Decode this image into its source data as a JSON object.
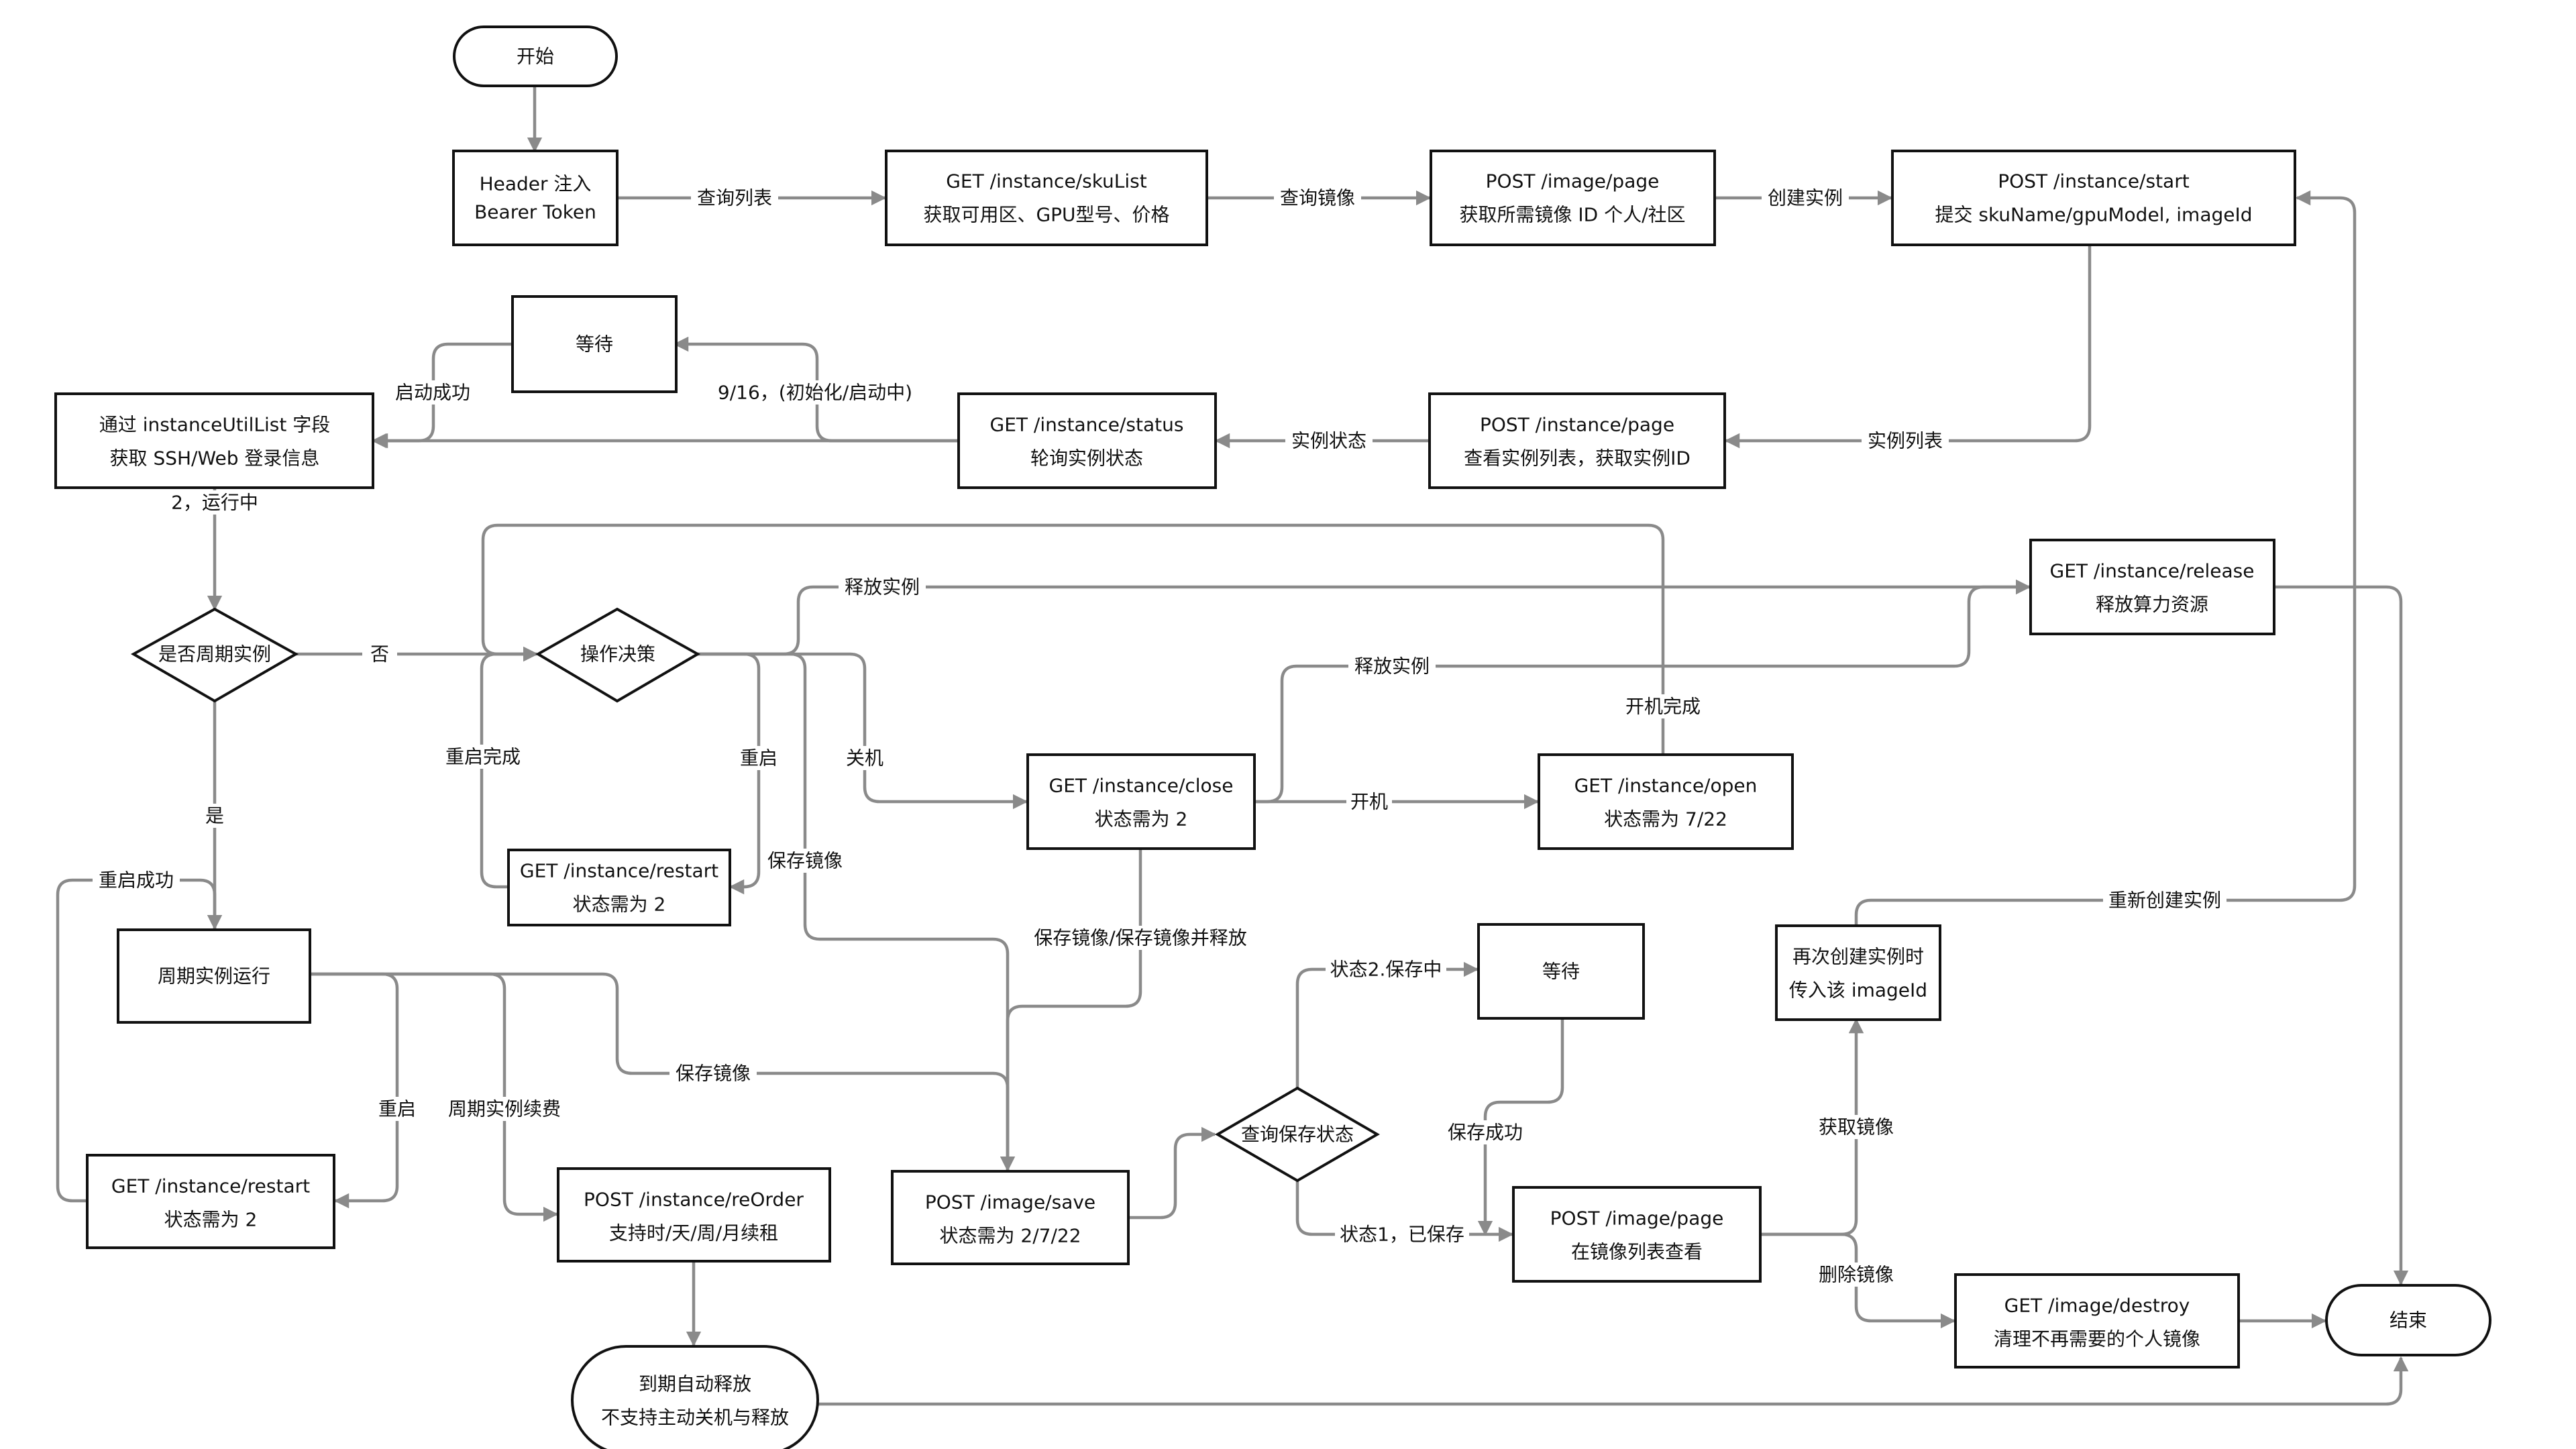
{
  "colors": {
    "node_border": "#111111",
    "edge": "#8a8a8a",
    "text": "#111111",
    "background": "#ffffff"
  },
  "nodes": {
    "start": {
      "lines": [
        "开始"
      ]
    },
    "header_token": {
      "lines": [
        "Header 注入",
        "Bearer Token"
      ]
    },
    "sku_list": {
      "lines": [
        "GET /instance/skuList",
        "获取可用区、GPU型号、价格"
      ]
    },
    "image_page_query": {
      "lines": [
        "POST /image/page",
        "获取所需镜像 ID 个人/社区"
      ]
    },
    "instance_start": {
      "lines": [
        "POST /instance/start",
        "提交 skuName/gpuModel, imageId"
      ]
    },
    "wait_top": {
      "lines": [
        "等待"
      ]
    },
    "login_info": {
      "lines": [
        "通过 instanceUtilList 字段",
        "获取 SSH/Web 登录信息"
      ]
    },
    "instance_status": {
      "lines": [
        "GET /instance/status",
        "轮询实例状态"
      ]
    },
    "instance_page": {
      "lines": [
        "POST /instance/page",
        "查看实例列表，获取实例ID"
      ]
    },
    "instance_release": {
      "lines": [
        "GET /instance/release",
        "释放算力资源"
      ]
    },
    "is_periodic": {
      "lines": [
        "是否周期实例"
      ]
    },
    "decision": {
      "lines": [
        "操作决策"
      ]
    },
    "instance_close": {
      "lines": [
        "GET /instance/close",
        "状态需为 2"
      ]
    },
    "instance_open": {
      "lines": [
        "GET /instance/open",
        "状态需为 7/22"
      ]
    },
    "restart_mid": {
      "lines": [
        "GET /instance/restart",
        "状态需为 2"
      ]
    },
    "periodic_run": {
      "lines": [
        "周期实例运行"
      ]
    },
    "restart_left": {
      "lines": [
        "GET /instance/restart",
        "状态需为 2"
      ]
    },
    "reorder": {
      "lines": [
        "POST /instance/reOrder",
        "支持时/天/周/月续租"
      ]
    },
    "image_save": {
      "lines": [
        "POST /image/save",
        "状态需为 2/7/22"
      ]
    },
    "query_save": {
      "lines": [
        "查询保存状态"
      ]
    },
    "wait_mid": {
      "lines": [
        "等待"
      ]
    },
    "image_page_view": {
      "lines": [
        "POST /image/page",
        "在镜像列表查看"
      ]
    },
    "recreate_hint": {
      "lines": [
        "再次创建实例时",
        "传入该 imageId"
      ]
    },
    "image_destroy": {
      "lines": [
        "GET /image/destroy",
        "清理不再需要的个人镜像"
      ]
    },
    "end": {
      "lines": [
        "结束"
      ]
    },
    "auto_release": {
      "lines": [
        "到期自动释放",
        "不支持主动关机与释放"
      ]
    }
  },
  "edge_labels": {
    "query_list": "查询列表",
    "query_image": "查询镜像",
    "create_instance": "创建实例",
    "instance_list": "实例列表",
    "instance_state": "实例状态",
    "status_9_16": "9/16，(初始化/启动中)",
    "start_success": "启动成功",
    "running_2": "2，运行中",
    "no": "否",
    "yes": "是",
    "release_top": "释放实例",
    "release_mid": "释放实例",
    "boot_done": "开机完成",
    "restart_done": "重启完成",
    "restart": "重启",
    "shutdown": "关机",
    "boot": "开机",
    "save_image": "保存镜像",
    "save_and_release": "保存镜像/保存镜像并释放",
    "restart_success": "重启成功",
    "restart_left": "重启",
    "renew": "周期实例续费",
    "save_image_left": "保存镜像",
    "state2_saving": "状态2.保存中",
    "save_success": "保存成功",
    "state1_saved": "状态1，已保存",
    "get_image": "获取镜像",
    "delete_image": "删除镜像",
    "recreate": "重新创建实例"
  }
}
